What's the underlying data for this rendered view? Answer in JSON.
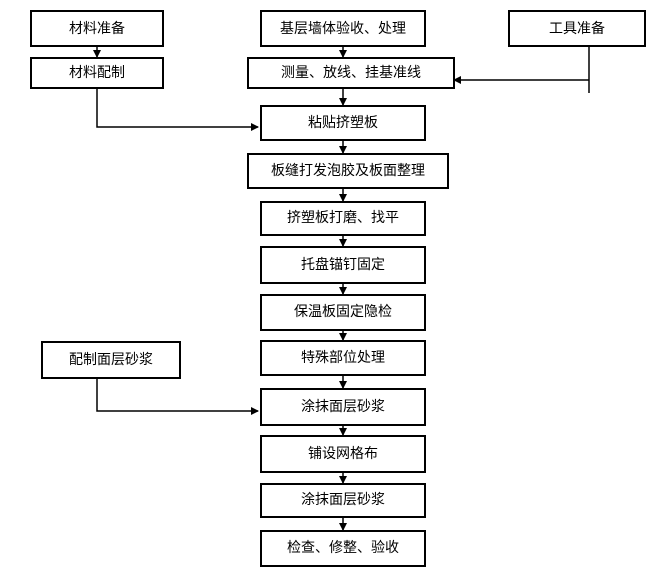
{
  "flowchart": {
    "main_steps": [
      "基层墙体验收、处理",
      "测量、放线、挂基准线",
      "粘贴挤塑板",
      "板缝打发泡胶及板面整理",
      "挤塑板打磨、找平",
      "托盘锚钉固定",
      "保温板固定隐检",
      "特殊部位处理",
      "涂抹面层砂浆",
      "铺设网格布",
      "涂抹面层砂浆",
      "检查、修整、验收"
    ],
    "side_inputs": {
      "material_prep": "材料准备",
      "material_mix": "材料配制",
      "tool_prep": "工具准备",
      "mortar_mix": "配制面层砂浆"
    }
  }
}
